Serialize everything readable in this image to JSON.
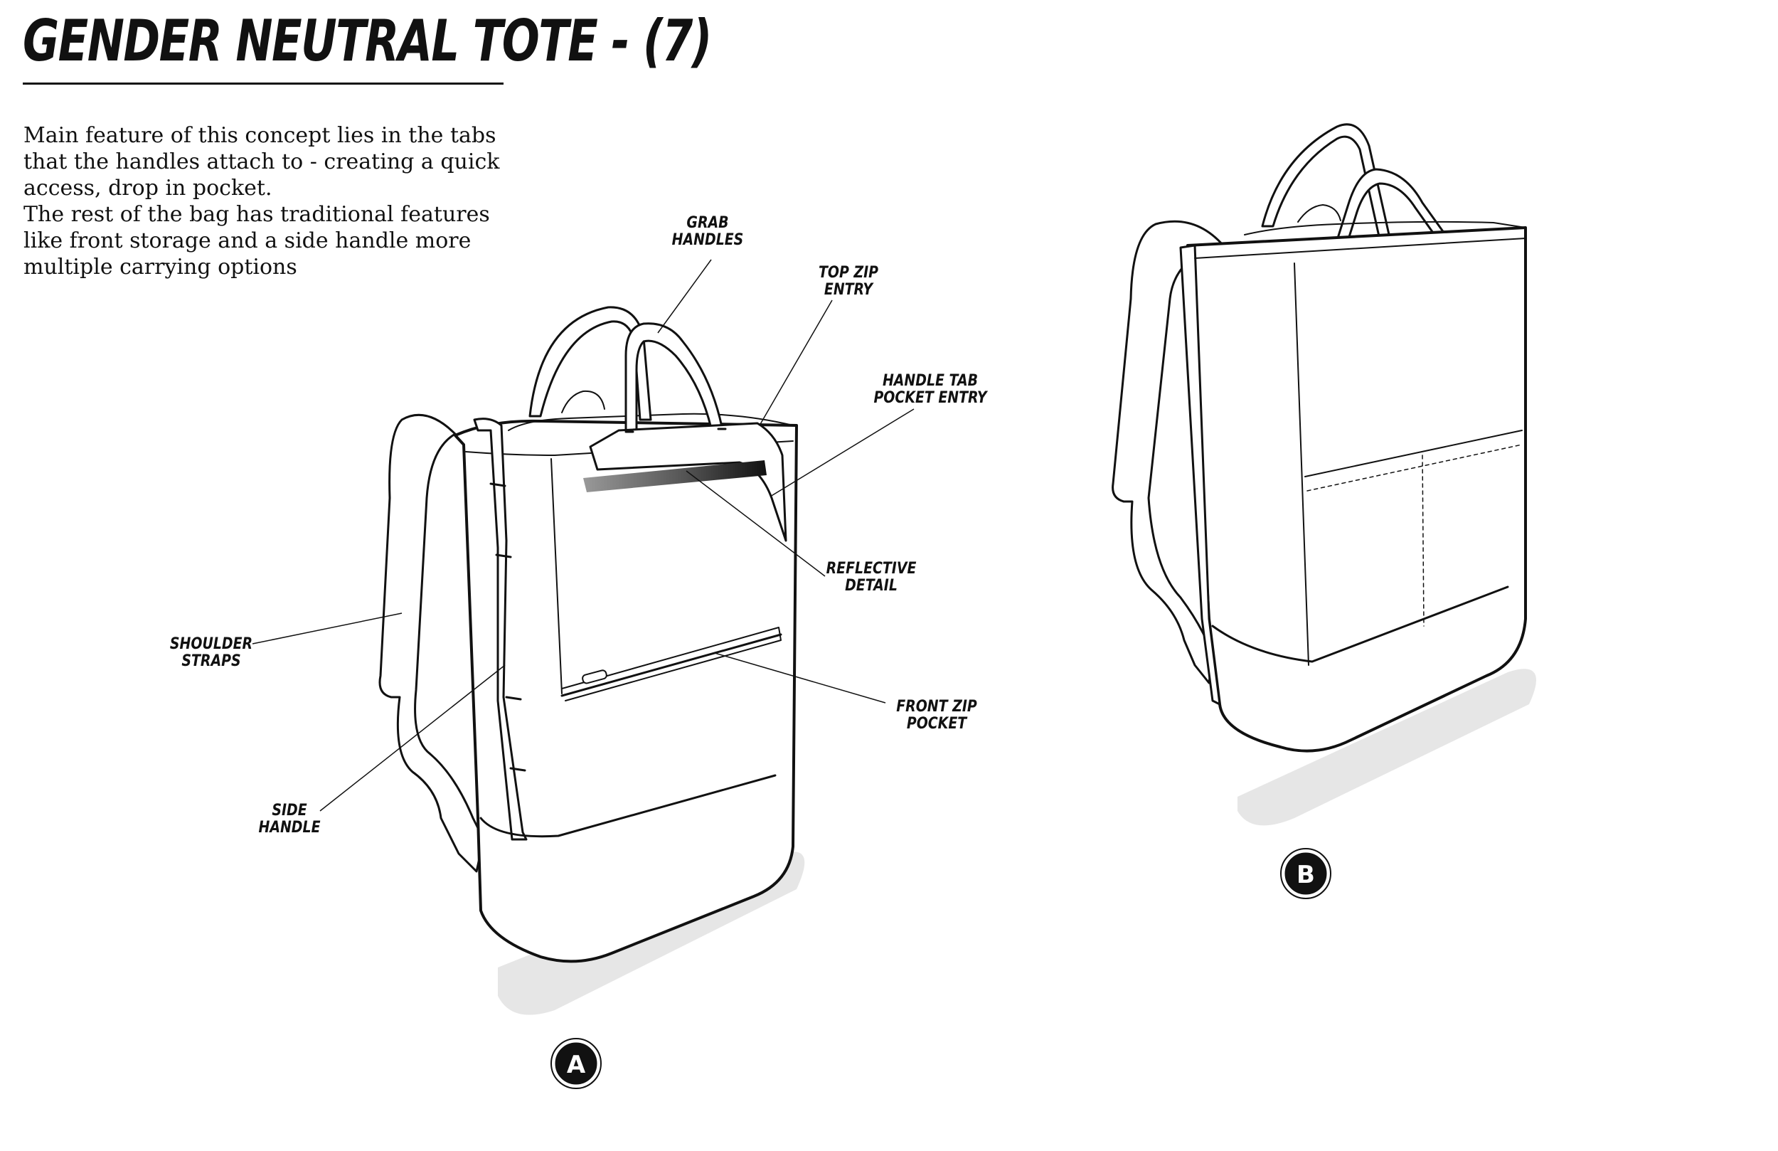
{
  "header": {
    "title": "GENDER NEUTRAL TOTE - (7)"
  },
  "description": {
    "line1": "Main feature of this concept lies in the tabs",
    "line2": "that the handles attach to - creating a quick",
    "line3": "access, drop in pocket.",
    "line4": "The rest of the bag has traditional features",
    "line5": "like front storage and a side handle more",
    "line6": "multiple carrying options"
  },
  "callouts": {
    "grab_handles": [
      "GRAB",
      "HANDLES"
    ],
    "top_zip_entry": [
      "TOP ZIP",
      "ENTRY"
    ],
    "handle_tab_pocket_entry": [
      "HANDLE TAB",
      "POCKET ENTRY"
    ],
    "reflective_detail": [
      "REFLECTIVE",
      "DETAIL"
    ],
    "shoulder_straps": [
      "SHOULDER",
      "STRAPS"
    ],
    "front_zip_pocket": [
      "FRONT ZIP",
      "POCKET"
    ],
    "side_handle": [
      "SIDE",
      "HANDLE"
    ]
  },
  "views": {
    "a": "A",
    "b": "B"
  },
  "colors": {
    "ink": "#111111",
    "shadow": "#e6e6e6",
    "badge": "#111111"
  }
}
